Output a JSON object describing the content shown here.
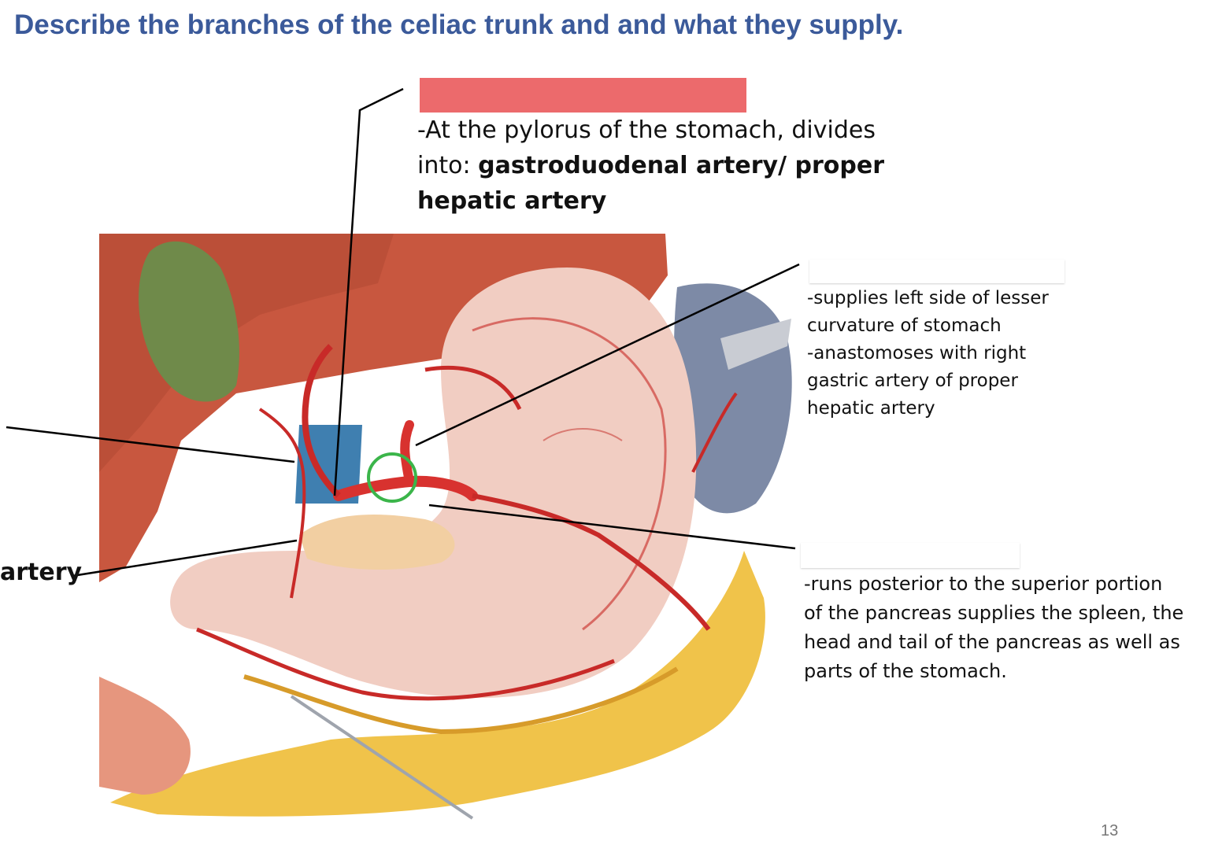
{
  "slide": {
    "title": "Describe the branches of the celiac trunk and and what they supply.",
    "page_number": "13"
  },
  "labels": {
    "common_hepatic": {
      "line1": "-At the pylorus of the stomach, divides",
      "line2_prefix": "into: ",
      "line2_bold": "gastroduodenal artery/ proper",
      "line3_bold": "hepatic artery"
    },
    "left_gastric": {
      "lines": [
        "-supplies left side of lesser",
        "curvature of stomach",
        "-anastomoses with right",
        "gastric artery of proper",
        "hepatic artery"
      ]
    },
    "splenic": {
      "lines": [
        "-runs posterior to the superior portion",
        "of the pancreas supplies the spleen, the",
        "head and tail of the pancreas as well as",
        "parts of the stomach."
      ]
    },
    "left_edge_label": "artery"
  },
  "colors": {
    "title": "#3b5a9a",
    "redaction": "#ec6a6c",
    "highlight_circle": "#3bb54a"
  }
}
